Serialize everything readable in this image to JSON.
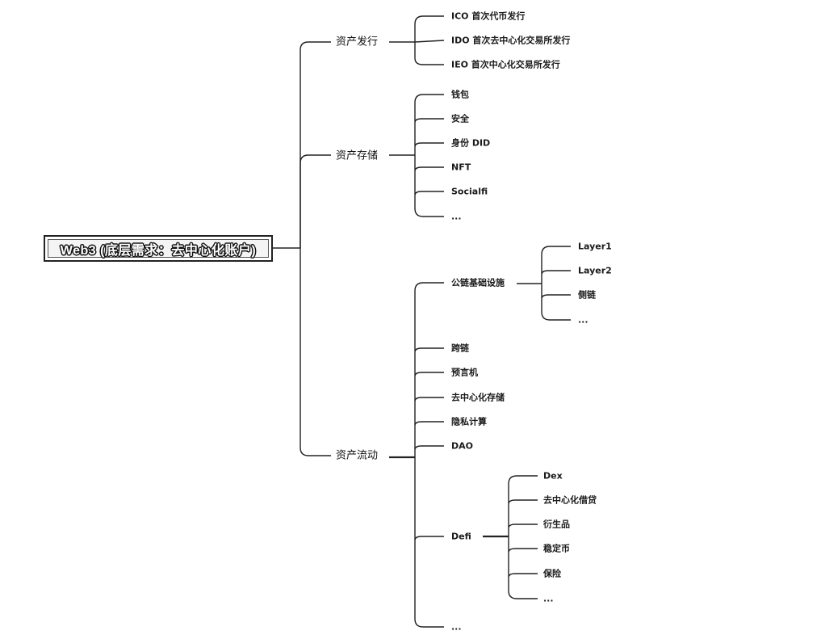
{
  "root": {
    "label": "Web3 (底层需求：去中心化账户)"
  },
  "branches": [
    {
      "key": "issuance",
      "label": "资产发行",
      "children": [
        {
          "label": "ICO 首次代币发行"
        },
        {
          "label": "IDO 首次去中心化交易所发行"
        },
        {
          "label": "IEO 首次中心化交易所发行"
        }
      ]
    },
    {
      "key": "storage",
      "label": "资产存储",
      "children": [
        {
          "label": "钱包"
        },
        {
          "label": "安全"
        },
        {
          "label": "身份 DID"
        },
        {
          "label": "NFT"
        },
        {
          "label": "Socialfi"
        },
        {
          "label": "..."
        }
      ]
    },
    {
      "key": "flow",
      "label": "资产流动",
      "children": [
        {
          "label": "公链基础设施",
          "children": [
            {
              "label": "Layer1"
            },
            {
              "label": "Layer2"
            },
            {
              "label": "侧链"
            },
            {
              "label": "..."
            }
          ]
        },
        {
          "label": "跨链"
        },
        {
          "label": "预言机"
        },
        {
          "label": "去中心化存储"
        },
        {
          "label": "隐私计算"
        },
        {
          "label": "DAO"
        },
        {
          "label": "Defi",
          "children": [
            {
              "label": "Dex"
            },
            {
              "label": "去中心化借贷"
            },
            {
              "label": "衍生品"
            },
            {
              "label": "稳定币"
            },
            {
              "label": "保险"
            },
            {
              "label": "..."
            }
          ]
        },
        {
          "label": "..."
        }
      ]
    }
  ]
}
